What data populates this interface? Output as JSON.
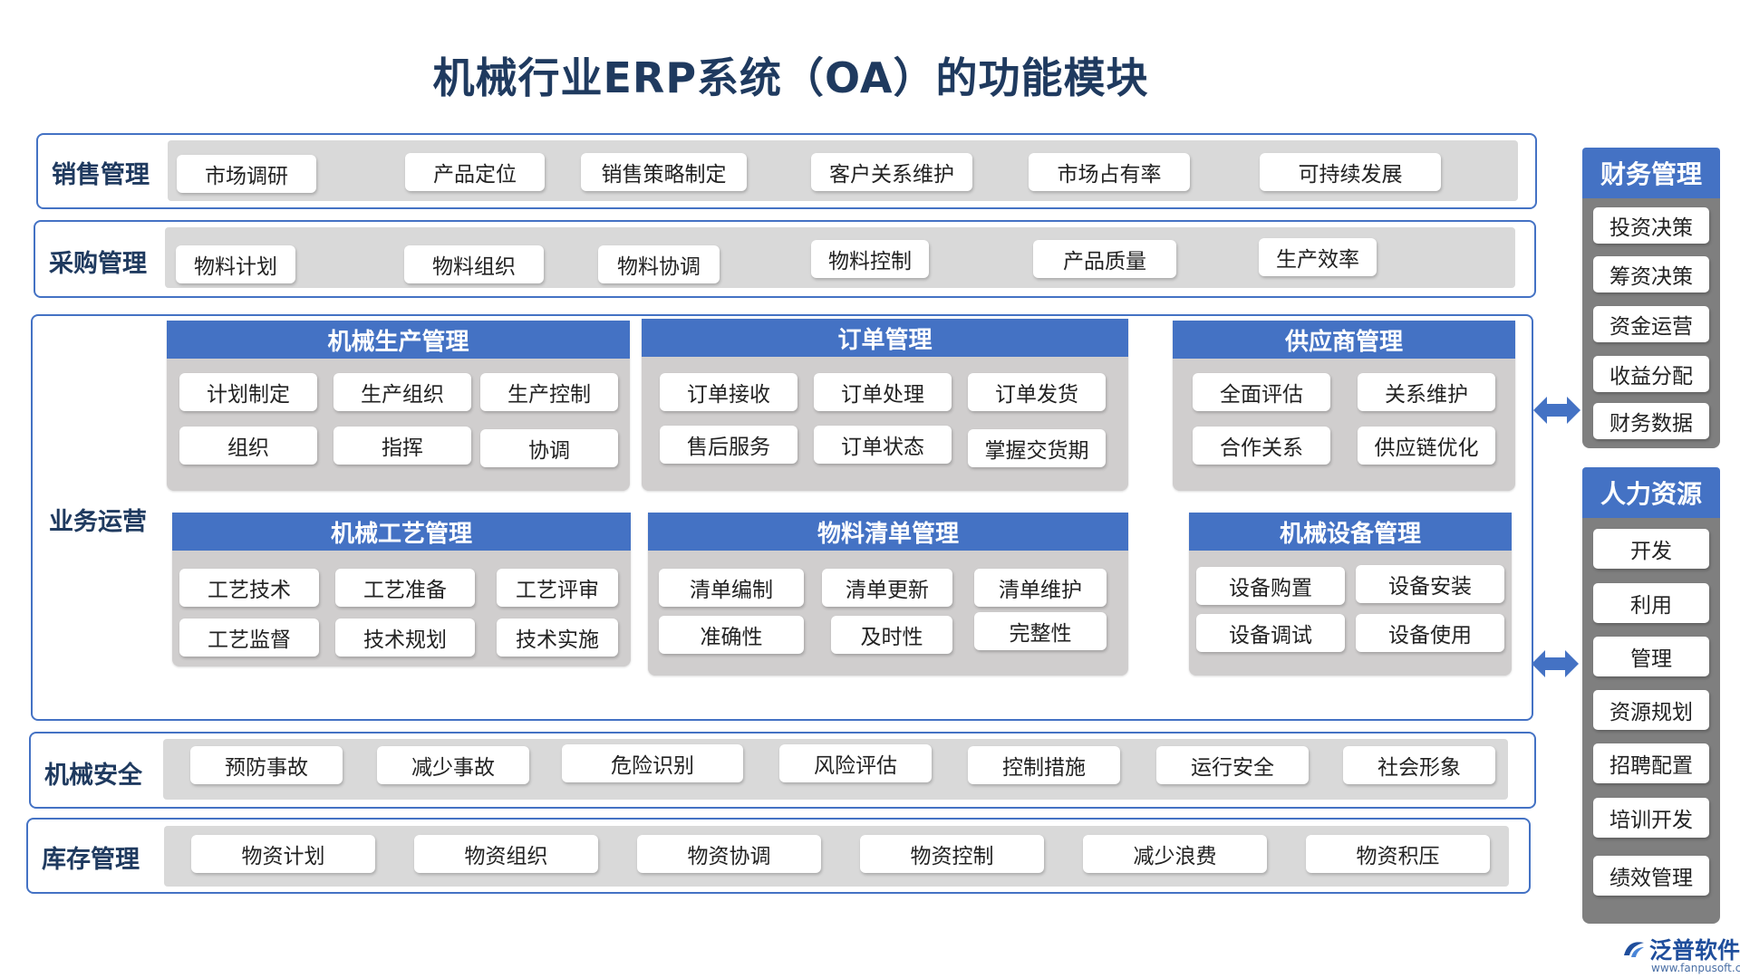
{
  "title": "机械行业ERP系统（OA）的功能模块",
  "rows": {
    "sales": {
      "label": "销售管理",
      "items": [
        "市场调研",
        "产品定位",
        "销售策略制定",
        "客户关系维护",
        "市场占有率",
        "可持续发展"
      ]
    },
    "purchase": {
      "label": "采购管理",
      "items": [
        "物料计划",
        "物料组织",
        "物料协调",
        "物料控制",
        "产品质量",
        "生产效率"
      ]
    },
    "safety": {
      "label": "机械安全",
      "items": [
        "预防事故",
        "减少事故",
        "危险识别",
        "风险评估",
        "控制措施",
        "运行安全",
        "社会形象"
      ]
    },
    "inventory": {
      "label": "库存管理",
      "items": [
        "物资计划",
        "物资组织",
        "物资协调",
        "物资控制",
        "减少浪费",
        "物资积压"
      ]
    }
  },
  "operations": {
    "label": "业务运营",
    "modules": [
      {
        "title": "机械生产管理",
        "items": [
          "计划制定",
          "生产组织",
          "生产控制",
          "组织",
          "指挥",
          "协调"
        ]
      },
      {
        "title": "订单管理",
        "items": [
          "订单接收",
          "订单处理",
          "订单发货",
          "售后服务",
          "订单状态",
          "掌握交货期"
        ]
      },
      {
        "title": "供应商管理",
        "items": [
          "全面评估",
          "关系维护",
          "合作关系",
          "供应链优化"
        ]
      },
      {
        "title": "机械工艺管理",
        "items": [
          "工艺技术",
          "工艺准备",
          "工艺评审",
          "工艺监督",
          "技术规划",
          "技术实施"
        ]
      },
      {
        "title": "物料清单管理",
        "items": [
          "清单编制",
          "清单更新",
          "清单维护",
          "准确性",
          "及时性",
          "完整性"
        ]
      },
      {
        "title": "机械设备管理",
        "items": [
          "设备购置",
          "设备安装",
          "设备调试",
          "设备使用"
        ]
      }
    ]
  },
  "side": {
    "finance": {
      "title": "财务管理",
      "items": [
        "投资决策",
        "筹资决策",
        "资金运营",
        "收益分配",
        "财务数据"
      ]
    },
    "hr": {
      "title": "人力资源",
      "items": [
        "开发",
        "利用",
        "管理",
        "资源规划",
        "招聘配置",
        "培训开发",
        "绩效管理"
      ]
    }
  },
  "logo": {
    "name": "泛普软件",
    "url": "www.fanpusoft.com"
  },
  "colors": {
    "accent": "#4472c4",
    "inner": "#d9d9d9",
    "title": "#1f3a5f"
  }
}
